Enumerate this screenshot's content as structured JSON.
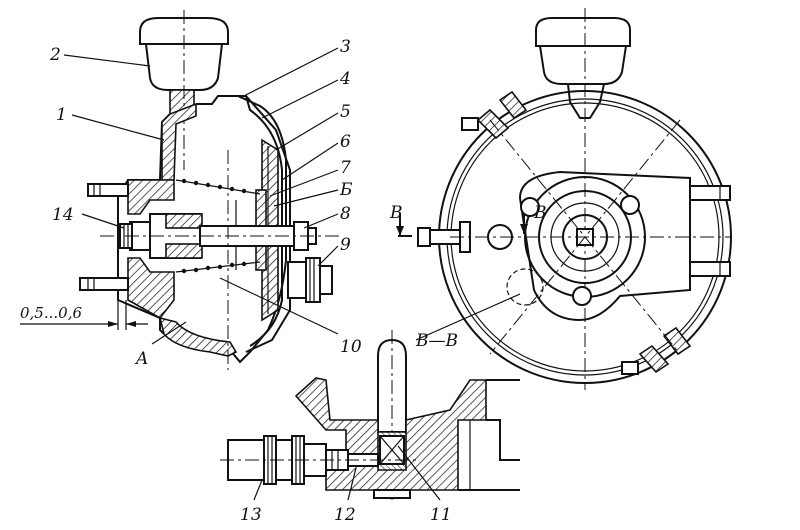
{
  "labels": {
    "l1": "1",
    "l2": "2",
    "l3": "3",
    "l4": "4",
    "l5": "5",
    "l6": "6",
    "l7": "7",
    "lB_cyr": "Б",
    "l8": "8",
    "l9": "9",
    "l10": "10",
    "l11": "11",
    "l12": "12",
    "l13": "13",
    "l14": "14",
    "lA": "A",
    "dimension": "0,5...0,6",
    "view_B_left": "B",
    "view_B_right": "B",
    "section": "B—B"
  }
}
